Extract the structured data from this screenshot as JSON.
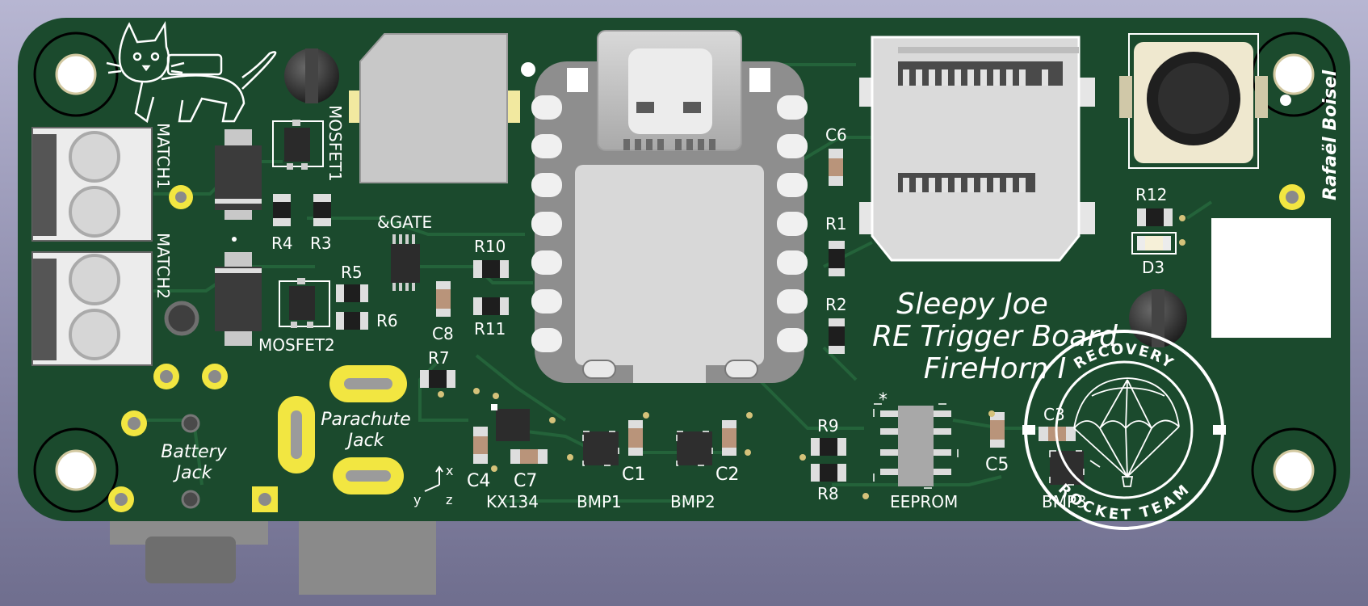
{
  "colors": {
    "board": "#1b4a2d",
    "trace": "#24633a",
    "silkscreen": "#ffffff",
    "pad": "#f2c811",
    "background": "#9c9bbc"
  },
  "title": {
    "line1": "Sleepy Joe",
    "line2": "RE Trigger Board",
    "line3": "FireHorn I"
  },
  "author": "Rafaël Boisel",
  "refdes": {
    "match1": "MATCH1",
    "match2": "MATCH2",
    "mosfet1": "MOSFET1",
    "mosfet2": "MOSFET2",
    "r1": "R1",
    "r2": "R2",
    "r3": "R3",
    "r4": "R4",
    "r5": "R5",
    "r6": "R6",
    "r7": "R7",
    "r8": "R8",
    "r9": "R9",
    "r10": "R10",
    "r11": "R11",
    "r12": "R12",
    "c1": "C1",
    "c2": "C2",
    "c3": "C3",
    "c4": "C4",
    "c5": "C5",
    "c6": "C6",
    "c7": "C7",
    "c8": "C8",
    "d3": "D3",
    "andgate": "&GATE",
    "kx134": "KX134",
    "bmp1": "BMP1",
    "bmp2": "BMP2",
    "bmp3": "BMP3",
    "eeprom": "EEPROM",
    "eeprom_pin1": "*"
  },
  "connectors": {
    "parachute_line1": "Parachute",
    "parachute_line2": "Jack",
    "battery_line1": "Battery",
    "battery_line2": "Jack"
  },
  "axes": {
    "x": "x",
    "y": "y",
    "z": "z"
  },
  "logo": {
    "top_text": "RECOVERY",
    "bottom_text": "ROCKET TEAM"
  },
  "icons": {
    "cat": "cat-silkscreen-icon",
    "parachute": "parachute-logo-icon"
  }
}
